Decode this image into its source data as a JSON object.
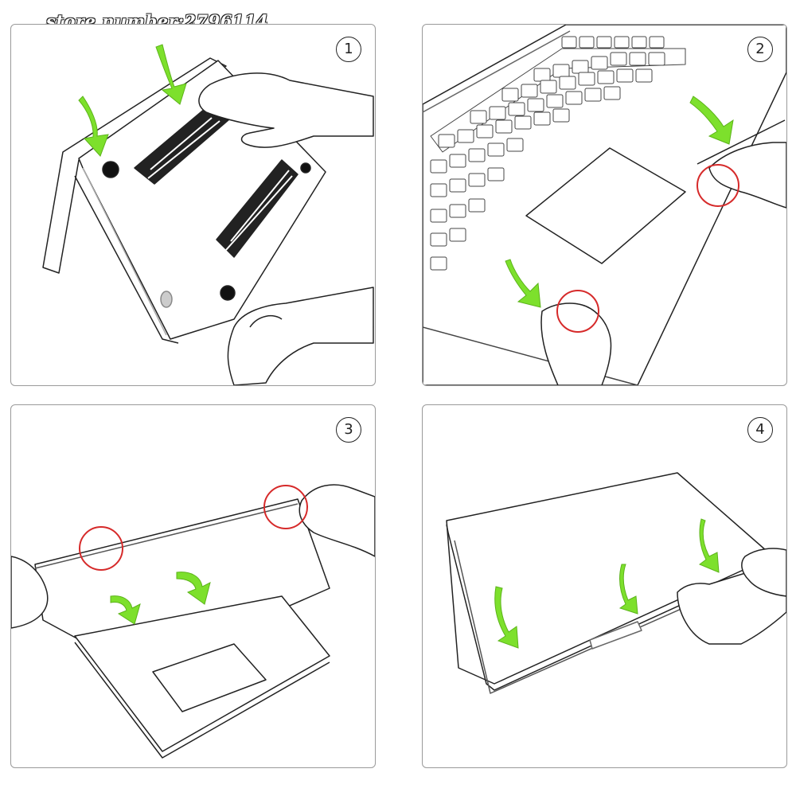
{
  "watermark": "store number:2796114",
  "colors": {
    "arrow": "#7de02c",
    "highlight_circle": "#d62a2a",
    "line": "#222222"
  },
  "steps": [
    {
      "number": "1"
    },
    {
      "number": "2"
    },
    {
      "number": "3"
    },
    {
      "number": "4"
    }
  ]
}
